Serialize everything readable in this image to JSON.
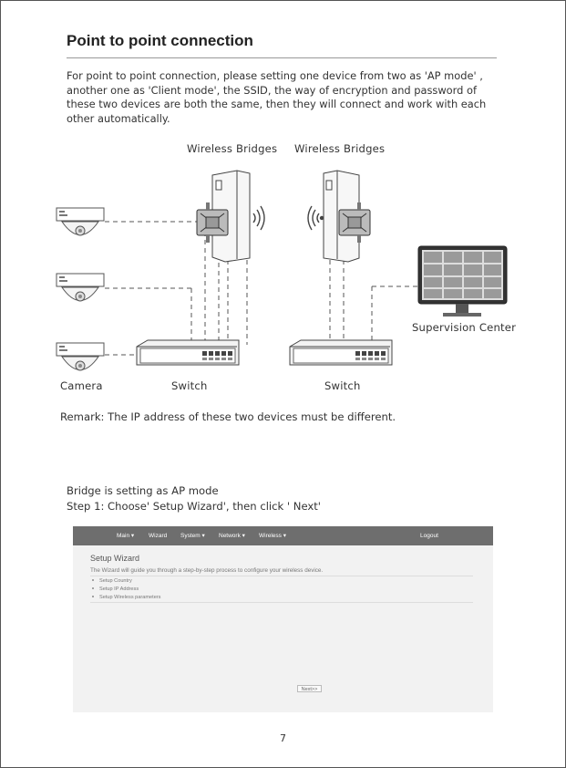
{
  "document": {
    "title": "Point to point connection",
    "intro": "For point to point connection, please setting one device from two as 'AP mode' , another one as 'Client mode', the SSID, the way of encryption and password of these two devices are both the same, then they will connect and work with each other automatically.",
    "remark": "Remark: The IP address of these two devices must be different.",
    "ap_mode_line": "Bridge is setting as AP mode",
    "step1": "Step 1: Choose' Setup Wizard', then click ' Next'",
    "page_number": "7"
  },
  "diagram": {
    "bridge_label_left": "Wireless Bridges",
    "bridge_label_right": "Wireless Bridges",
    "camera_label": "Camera",
    "switch_label_left": "Switch",
    "switch_label_right": "Switch",
    "supervision_label": "Supervision Center"
  },
  "ui": {
    "nav": {
      "main": "Main ▾",
      "wizard": "Wizard",
      "system": "System ▾",
      "network": "Network ▾",
      "wireless": "Wireless ▾",
      "logout": "Logout"
    },
    "wizard_title": "Setup Wizard",
    "wizard_desc": "The Wizard will guide you through a step-by-step process to configure your wireless device.",
    "wizard_items": [
      "Setup Country",
      "Setup IP Address",
      "Setup Wireless parameters"
    ],
    "next_button": "Next>>"
  },
  "colors": {
    "nav_bar": "#6e6e6e",
    "ui_background": "#f2f2f2",
    "title_text": "#222222"
  }
}
